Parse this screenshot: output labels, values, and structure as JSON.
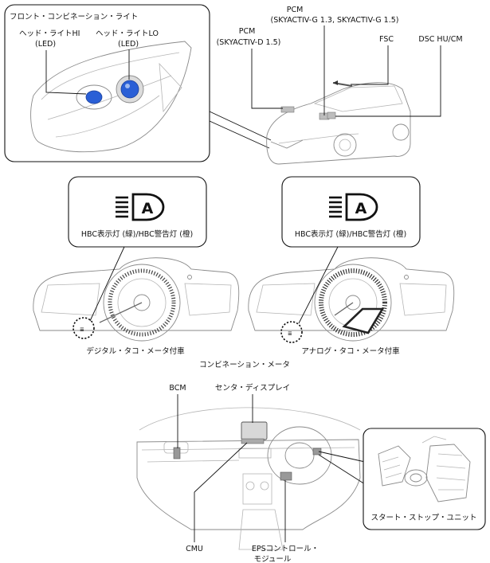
{
  "headlight_callout": {
    "title": "フロント・コンビネーション・ライト",
    "hi_label_1": "ヘッド・ライトHI",
    "hi_label_2": "(LED)",
    "lo_label_1": "ヘッド・ライトLO",
    "lo_label_2": "(LED)"
  },
  "car_view": {
    "pcm_g_1": "PCM",
    "pcm_g_2": "(SKYACTIV-G 1.3, SKYACTIV-G 1.5)",
    "pcm_d_1": "PCM",
    "pcm_d_2": "(SKYACTIV-D 1.5)",
    "fsc": "FSC",
    "dsc": "DSC HU/CM"
  },
  "meters": {
    "hbc_label_left": "HBC表示灯 (緑)/HBC警告灯 (橙)",
    "hbc_label_right": "HBC表示灯 (緑)/HBC警告灯 (橙)",
    "digital_caption": "デジタル・タコ・メータ付車",
    "analog_caption": "アナログ・タコ・メータ付車",
    "group_caption": "コンビネーション・メータ",
    "hbc_icon_letter_left": "A",
    "hbc_icon_letter_right": "A"
  },
  "interior": {
    "bcm": "BCM",
    "center_display": "センタ・ディスプレイ",
    "cmu": "CMU",
    "eps_1": "EPSコントロール・",
    "eps_2": "モジュール",
    "start_stop": "スタート・ストップ・ユニット"
  },
  "colors": {
    "led_blue": "#2a5fd6",
    "line": "#111111",
    "sketch": "#8a8a8a"
  }
}
